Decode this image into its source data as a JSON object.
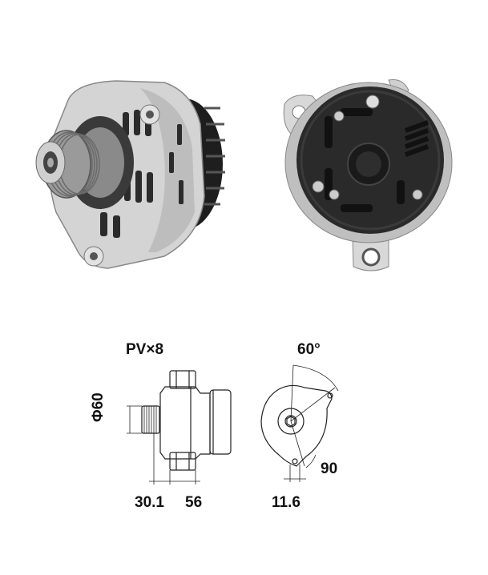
{
  "drawing": {
    "pulley_label": "PV×8",
    "diameter_label": "Φ60",
    "offset_label": "30.1",
    "length_label": "56",
    "angle_label": "60°",
    "hole_offset_label": "11.6",
    "angle2_label": "90"
  },
  "colors": {
    "line": "#222222",
    "housing_light": "#d8d8d8",
    "housing_dark": "#2a2a2a"
  }
}
